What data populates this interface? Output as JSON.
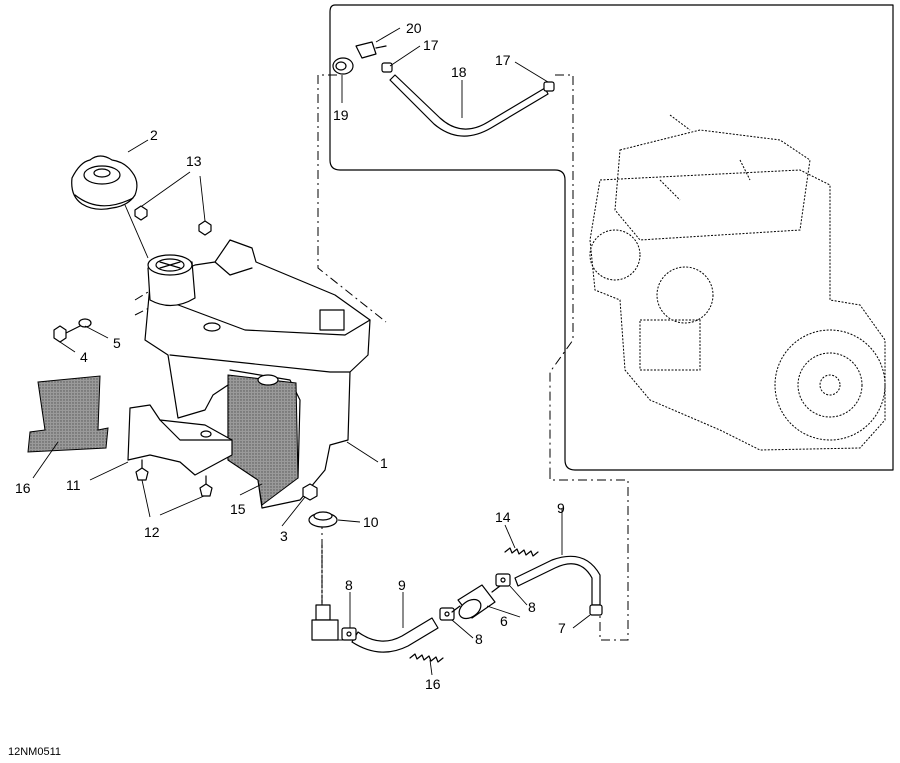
{
  "document_ref": "12NM0511",
  "callouts": [
    {
      "n": "1"
    },
    {
      "n": "2"
    },
    {
      "n": "3"
    },
    {
      "n": "4"
    },
    {
      "n": "5"
    },
    {
      "n": "6"
    },
    {
      "n": "7"
    },
    {
      "n": "8"
    },
    {
      "n": "8"
    },
    {
      "n": "8"
    },
    {
      "n": "9"
    },
    {
      "n": "9"
    },
    {
      "n": "10"
    },
    {
      "n": "11"
    },
    {
      "n": "12"
    },
    {
      "n": "13"
    },
    {
      "n": "14"
    },
    {
      "n": "15"
    },
    {
      "n": "16"
    },
    {
      "n": "16"
    },
    {
      "n": "17"
    },
    {
      "n": "17"
    },
    {
      "n": "18"
    },
    {
      "n": "19"
    },
    {
      "n": "20"
    }
  ]
}
